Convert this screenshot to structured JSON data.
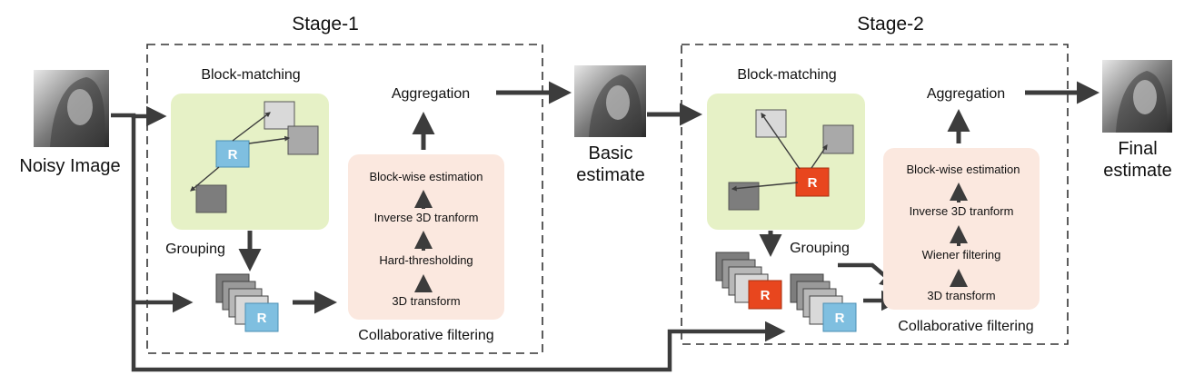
{
  "stages": {
    "stage1": {
      "title": "Stage-1"
    },
    "stage2": {
      "title": "Stage-2"
    }
  },
  "images": {
    "noisy": "Noisy Image",
    "basic_line1": "Basic",
    "basic_line2": "estimate",
    "final_line1": "Final",
    "final_line2": "estimate"
  },
  "stage1": {
    "block_matching": "Block-matching",
    "grouping": "Grouping",
    "aggregation": "Aggregation",
    "collaborative_filtering": "Collaborative filtering",
    "steps": [
      "Block-wise estimation",
      "Inverse 3D tranform",
      "Hard-thresholding",
      "3D transform"
    ],
    "ref_label": "R"
  },
  "stage2": {
    "block_matching": "Block-matching",
    "grouping": "Grouping",
    "aggregation": "Aggregation",
    "collaborative_filtering": "Collaborative filtering",
    "steps": [
      "Block-wise estimation",
      "Inverse 3D tranform",
      "Wiener filtering",
      "3D transform"
    ],
    "ref_label": "R"
  },
  "colors": {
    "block_matching_bg": "#e6f1c6",
    "filtering_bg": "#fbe8df",
    "ref_block_stage1": "#7fbfe0",
    "ref_block_stage2": "#e8461e",
    "arrow": "#3c3c3c"
  }
}
